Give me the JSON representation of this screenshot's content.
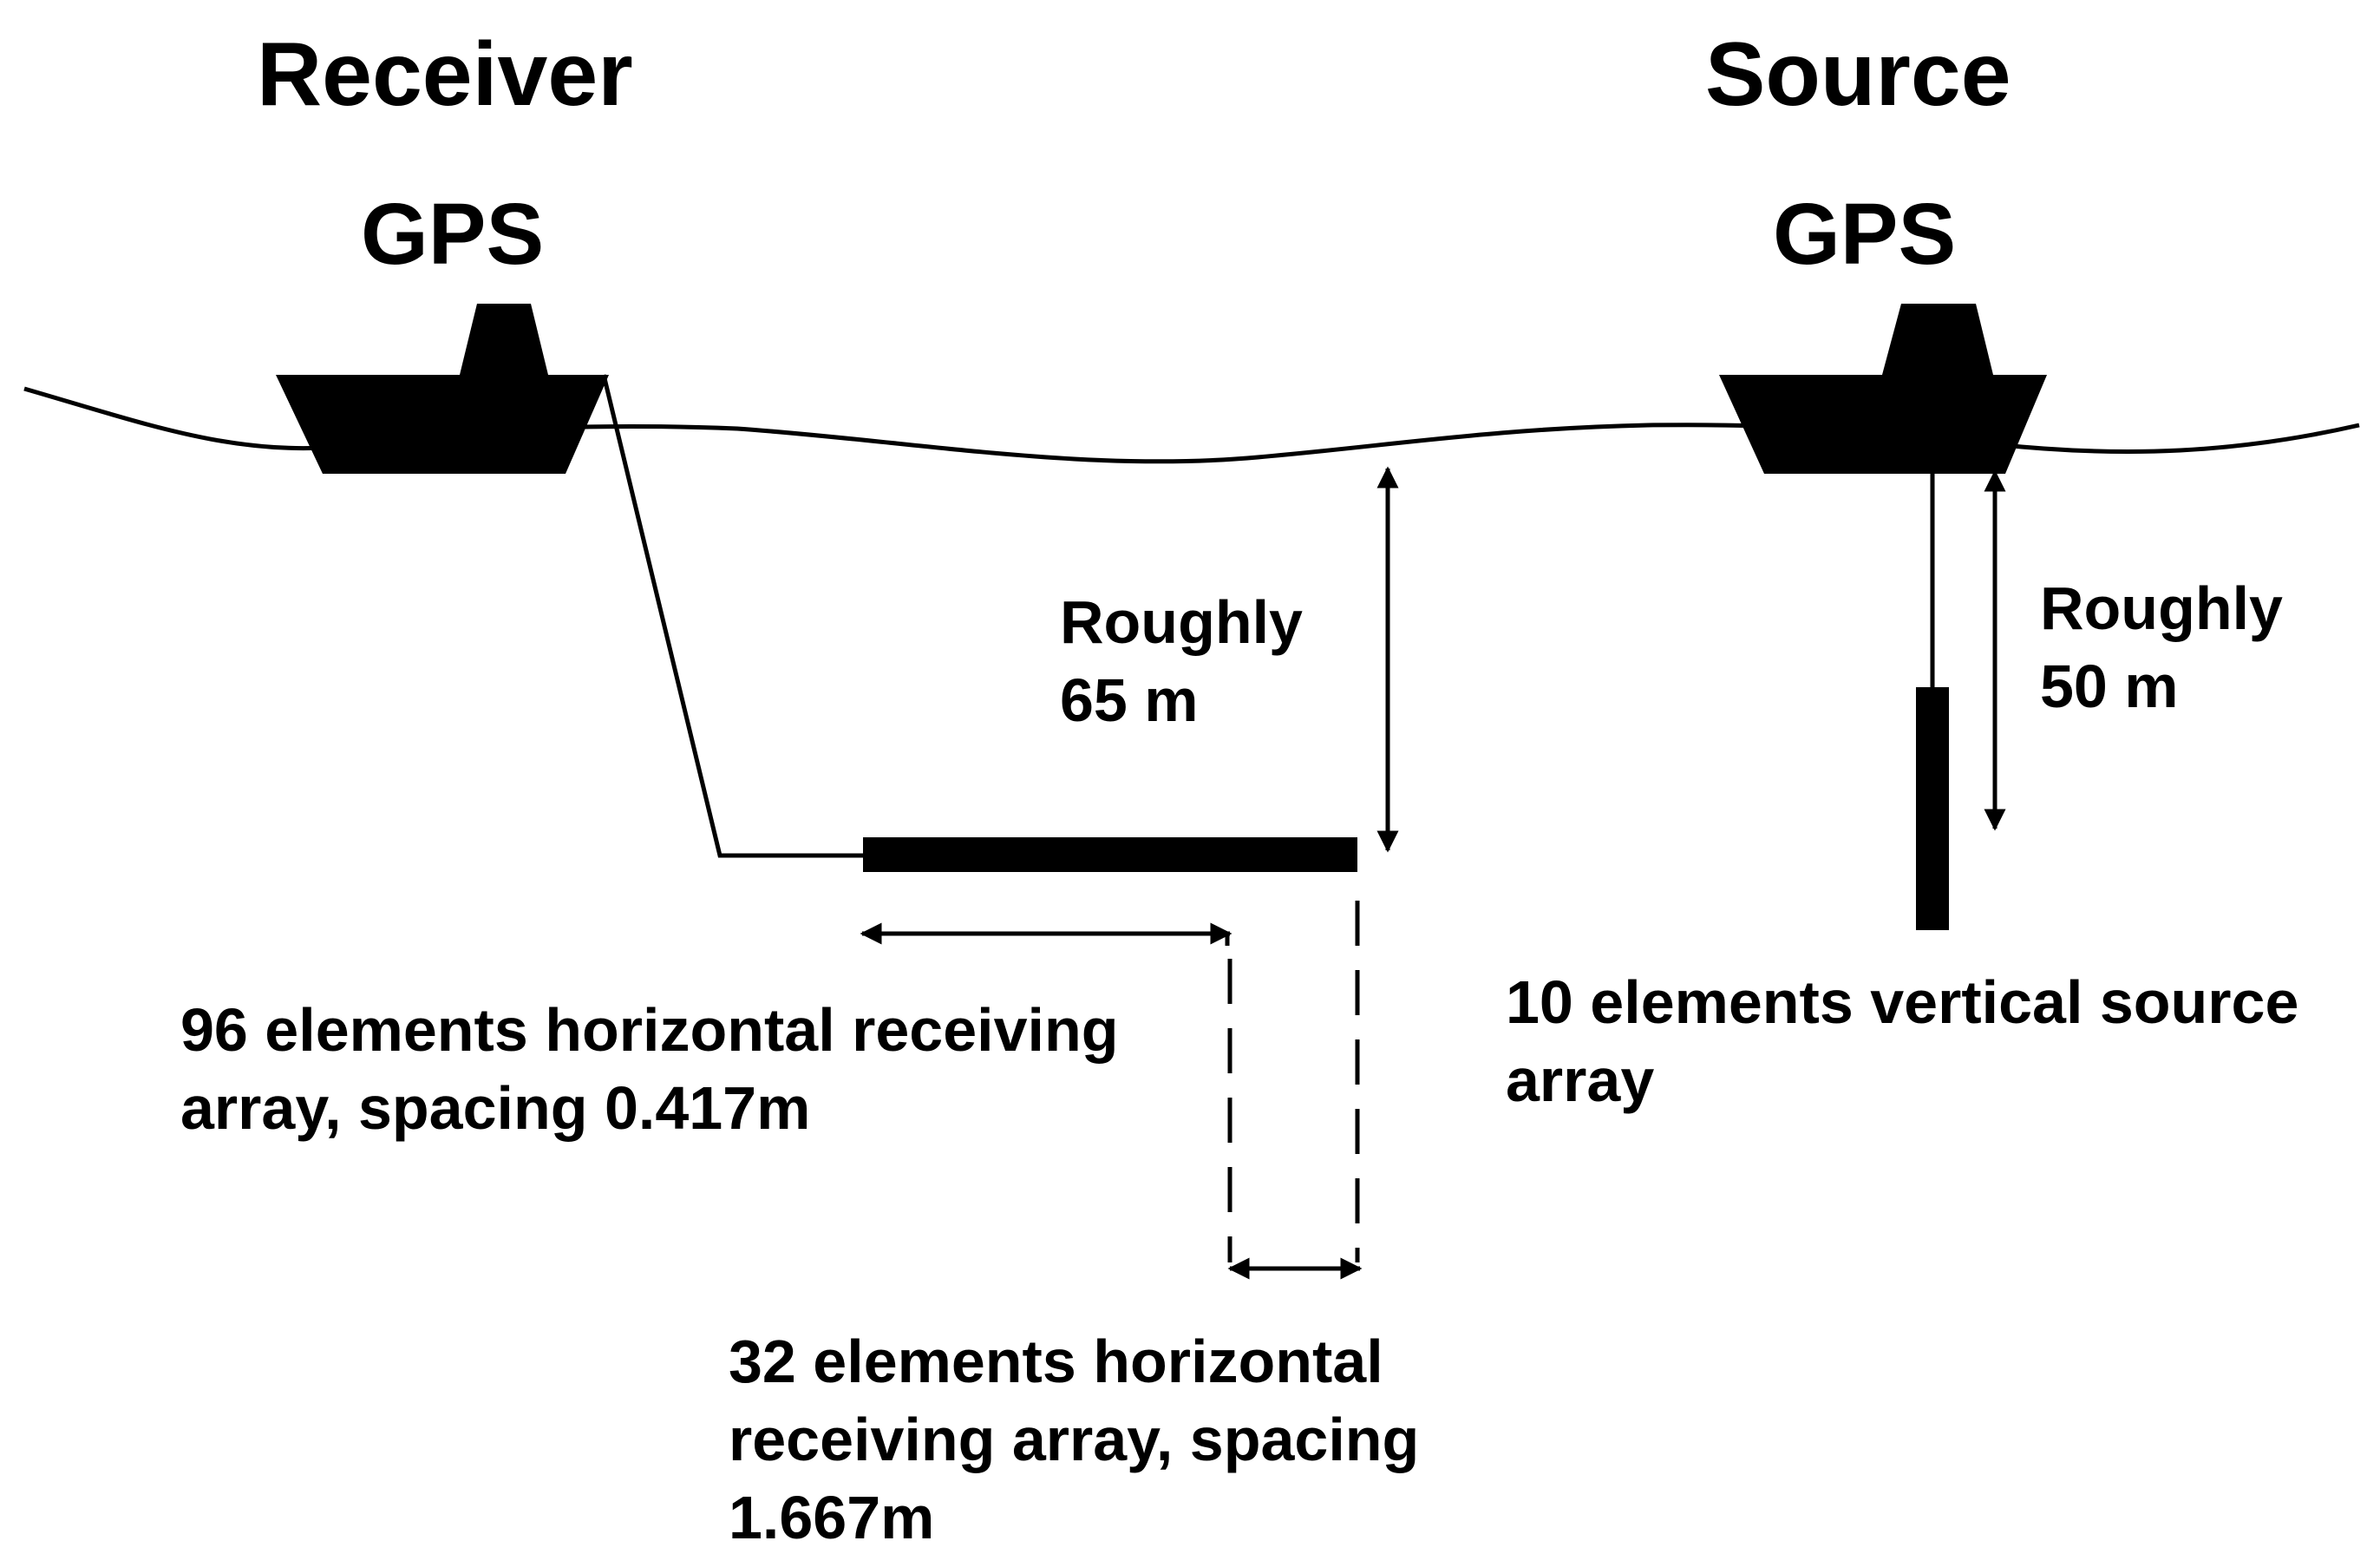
{
  "receiver": {
    "title": "Receiver",
    "gps": "GPS",
    "depth_label": [
      "Roughly",
      "65 m"
    ],
    "array_96_label": [
      "96 elements horizontal receiving",
      "array, spacing 0.417m"
    ],
    "array_32_label": [
      "32 elements horizontal",
      "receiving array, spacing",
      "1.667m"
    ]
  },
  "source": {
    "title": "Source",
    "gps": "GPS",
    "depth_label": [
      "Roughly",
      "50 m"
    ],
    "array_label": [
      "10 elements vertical source",
      "array"
    ]
  },
  "colors": {
    "ink": "#000000",
    "background": "#ffffff"
  }
}
